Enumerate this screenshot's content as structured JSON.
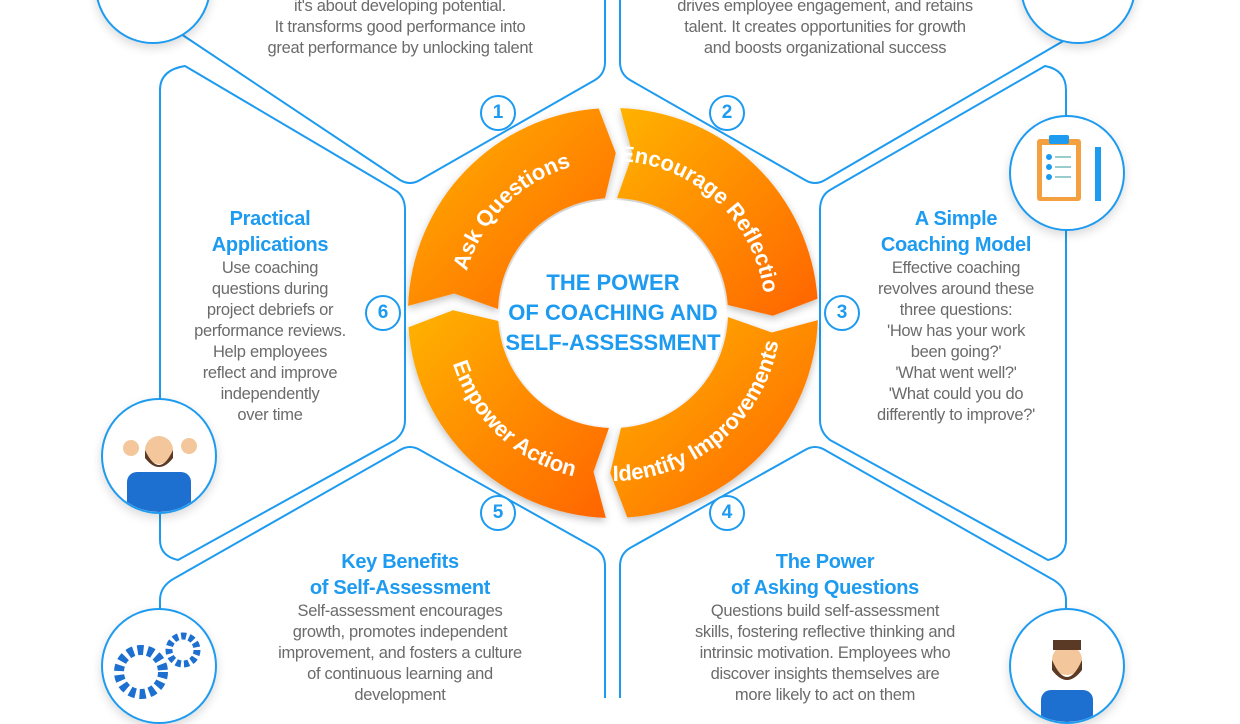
{
  "center_title": [
    "THE POWER",
    "OF COACHING AND",
    "SELF-ASSESSMENT"
  ],
  "ring_segments": [
    "Ask Questions",
    "Encourage Reflection",
    "Identify Improvements",
    "Empower Action"
  ],
  "badges": [
    "1",
    "2",
    "3",
    "4",
    "5",
    "6"
  ],
  "colors": {
    "accent_blue": "#1d9bf0",
    "orange_light": "#ffa800",
    "orange_dark": "#ff6a00"
  },
  "cells": {
    "top_left": {
      "lines": [
        "it's about developing potential.",
        "It transforms good performance into",
        "great performance by unlocking talent"
      ]
    },
    "top_right": {
      "lines": [
        "drives employee engagement, and retains",
        "talent. It creates opportunities for growth",
        "and boosts organizational success"
      ]
    },
    "left": {
      "title": [
        "Practical",
        "Applications"
      ],
      "lines": [
        "Use coaching",
        "questions during",
        "project debriefs or",
        "performance reviews.",
        "Help employees",
        "reflect and improve",
        "independently",
        "over time"
      ]
    },
    "right": {
      "title": [
        "A Simple",
        "Coaching Model"
      ],
      "lines": [
        "Effective coaching",
        "revolves around these",
        "three questions:",
        "'How has your work",
        "been going?'",
        "'What went well?'",
        "'What could you do",
        "differently to improve?'"
      ]
    },
    "bottom_left": {
      "title": [
        "Key Benefits",
        "of Self-Assessment"
      ],
      "lines": [
        "Self-assessment encourages",
        "growth, promotes independent",
        "improvement, and fosters a culture",
        "of continuous learning and",
        "development"
      ]
    },
    "bottom_right": {
      "title": [
        "The Power",
        "of Asking Questions"
      ],
      "lines": [
        "Questions build self-assessment",
        "skills, fostering reflective thinking and",
        "intrinsic motivation. Employees who",
        "discover insights themselves are",
        "more likely to act on them"
      ]
    }
  },
  "icons": [
    "person-icon",
    "clipboard-icon",
    "team-icon",
    "gears-icon",
    "businessman-icon"
  ]
}
